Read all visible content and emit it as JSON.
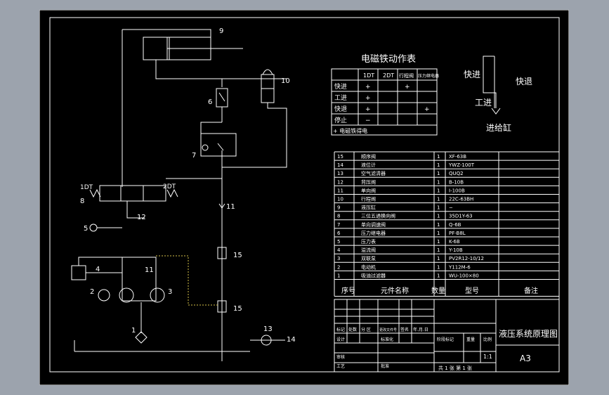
{
  "diagram": {
    "component_numbers": {
      "n1": "1",
      "n2": "2",
      "n3": "3",
      "n4": "4",
      "n5": "5",
      "n6": "6",
      "n7": "7",
      "n8": "8",
      "n9": "9",
      "n10": "10",
      "n11a": "11",
      "n11b": "11",
      "n12": "12",
      "n13": "13",
      "n14": "14",
      "n15a": "15",
      "n15b": "15"
    },
    "valve_labels": {
      "left": "1DT",
      "right": "2DT"
    }
  },
  "action_table": {
    "title": "电磁铁动作表",
    "headers": [
      "",
      "1DT",
      "2DT",
      "行程阀",
      "压力继电器"
    ],
    "rows": [
      [
        "快进",
        "+",
        "",
        "+",
        ""
      ],
      [
        "工进",
        "+",
        "",
        "",
        ""
      ],
      [
        "快退",
        "+",
        "",
        "",
        "+"
      ],
      [
        "停止",
        "−",
        "",
        "",
        ""
      ]
    ],
    "note": "+ 电磁铁得电"
  },
  "cycle": {
    "fast_forward": "快进",
    "fast_return": "快退",
    "work_feed": "工进",
    "caption": "进给缸"
  },
  "parts": {
    "rows": [
      [
        "15",
        "顺序阀",
        "1",
        "XF-63B"
      ],
      [
        "14",
        "液位计",
        "1",
        "YWZ-100T"
      ],
      [
        "13",
        "空气滤清器",
        "1",
        "QUQ2"
      ],
      [
        "12",
        "背压阀",
        "1",
        "B-10B"
      ],
      [
        "11",
        "单向阀",
        "1",
        "I-100B"
      ],
      [
        "10",
        "行程阀",
        "1",
        "22C-63BH"
      ],
      [
        "9",
        "液压缸",
        "1",
        "−"
      ],
      [
        "8",
        "三位五通换向阀",
        "1",
        "35D1Y-63"
      ],
      [
        "7",
        "单向调速阀",
        "1",
        "Q-6B"
      ],
      [
        "6",
        "压力继电器",
        "1",
        "PF-B8L"
      ],
      [
        "5",
        "压力表",
        "1",
        "K-6B"
      ],
      [
        "4",
        "溢流阀",
        "1",
        "Y-10B"
      ],
      [
        "3",
        "双联泵",
        "1",
        "PV2R12-10/12"
      ],
      [
        "2",
        "电动机",
        "1",
        "Y112M-6"
      ],
      [
        "1",
        "吸油过滤器",
        "1",
        "WU-100×80"
      ]
    ],
    "header": [
      "序号",
      "元件名称",
      "数量",
      "型号",
      "备注"
    ]
  },
  "title_block": {
    "drawing_title": "液压系统原理图",
    "size": "A3",
    "scale": "1:1",
    "sheets": "共 1 张   第 1 张",
    "labels": {
      "mark": "标记",
      "count": "处数",
      "zone": "分 区",
      "change_doc": "更改文件号",
      "sign": "签名",
      "date": "年.月.日",
      "design": "设计",
      "standardize": "标准化",
      "stage_mark": "阶段标记",
      "weight": "重量",
      "scale_label": "比例",
      "review": "审核",
      "process": "工艺",
      "approve": "批准"
    }
  }
}
